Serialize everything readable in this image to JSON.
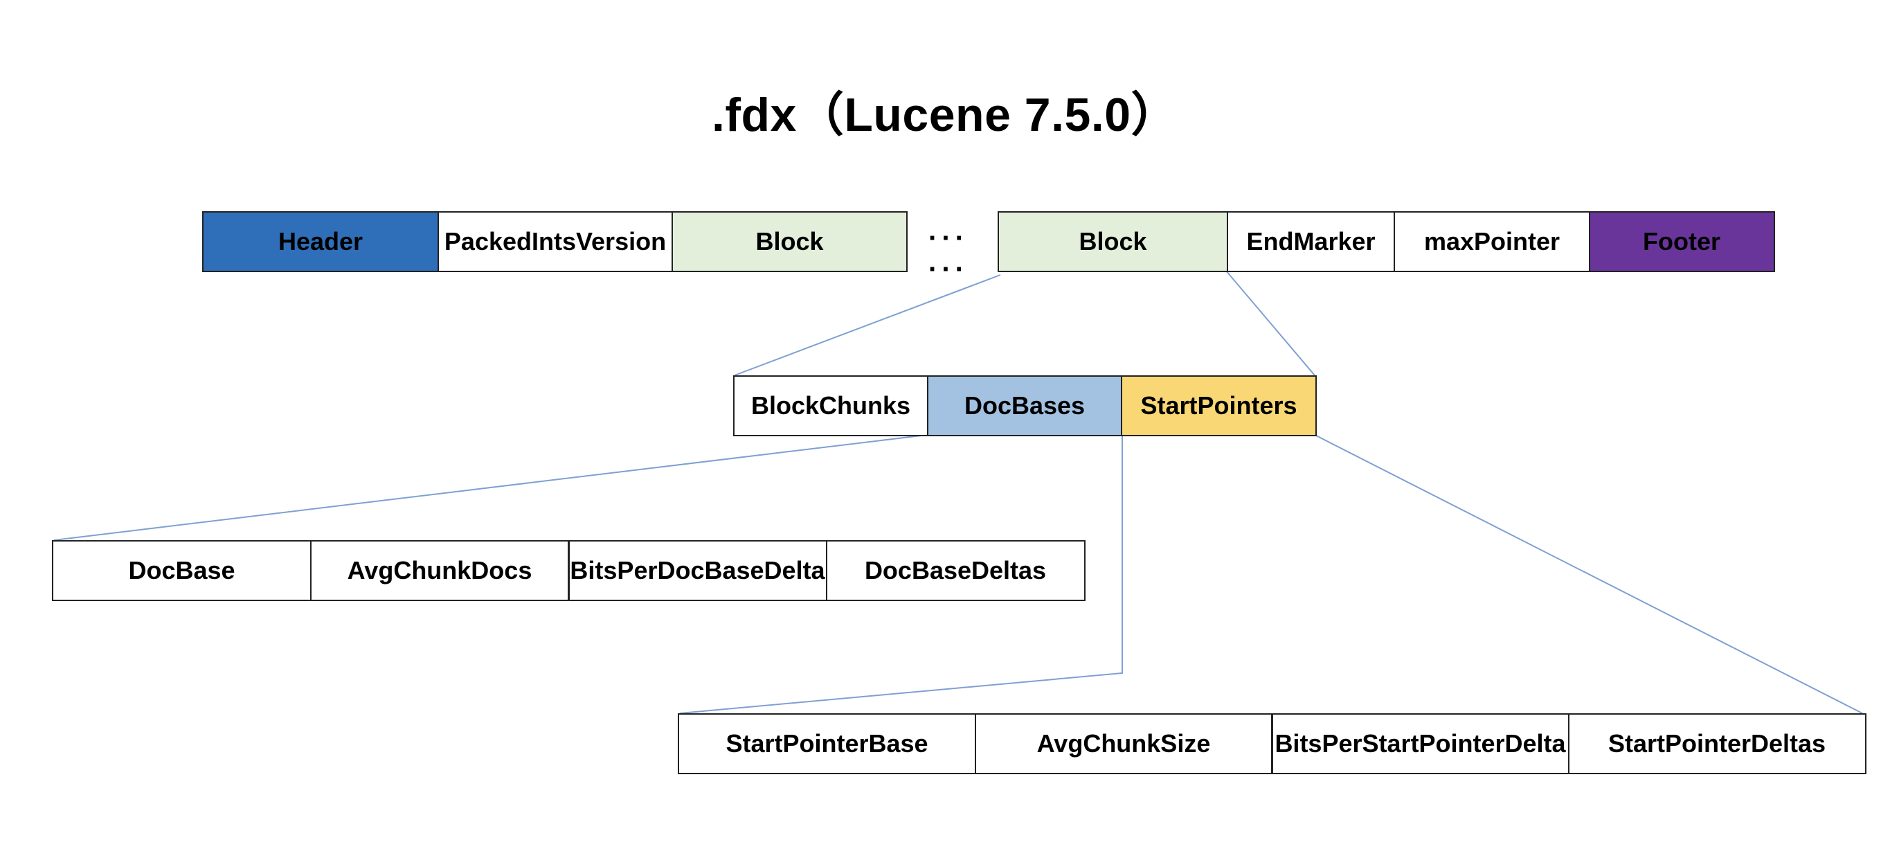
{
  "title": ".fdx（Lucene 7.5.0）",
  "colors": {
    "header": "#2f6fba",
    "block": "#e3eedb",
    "footer": "#6a359b",
    "docbases": "#a3c2e2",
    "startpointers": "#f8d774",
    "plain": "#ffffff",
    "connector": "#7ea0d3"
  },
  "top_row": {
    "header": "Header",
    "packed_ints_version": "PackedIntsVersion",
    "block_first": "Block",
    "ellipsis": "··· ···",
    "block_last": "Block",
    "end_marker": "EndMarker",
    "max_pointer": "maxPointer",
    "footer": "Footer"
  },
  "block_row": {
    "block_chunks": "BlockChunks",
    "doc_bases": "DocBases",
    "start_pointers": "StartPointers"
  },
  "docbases_row": {
    "doc_base": "DocBase",
    "avg_chunk_docs": "AvgChunkDocs",
    "bits_per_doc_base_delta": "BitsPerDocBaseDelta",
    "doc_base_deltas": "DocBaseDeltas"
  },
  "startpointers_row": {
    "start_pointer_base": "StartPointerBase",
    "avg_chunk_size": "AvgChunkSize",
    "bits_per_start_pointer_delta": "BitsPerStartPointerDelta",
    "start_pointer_deltas": "StartPointerDeltas"
  }
}
